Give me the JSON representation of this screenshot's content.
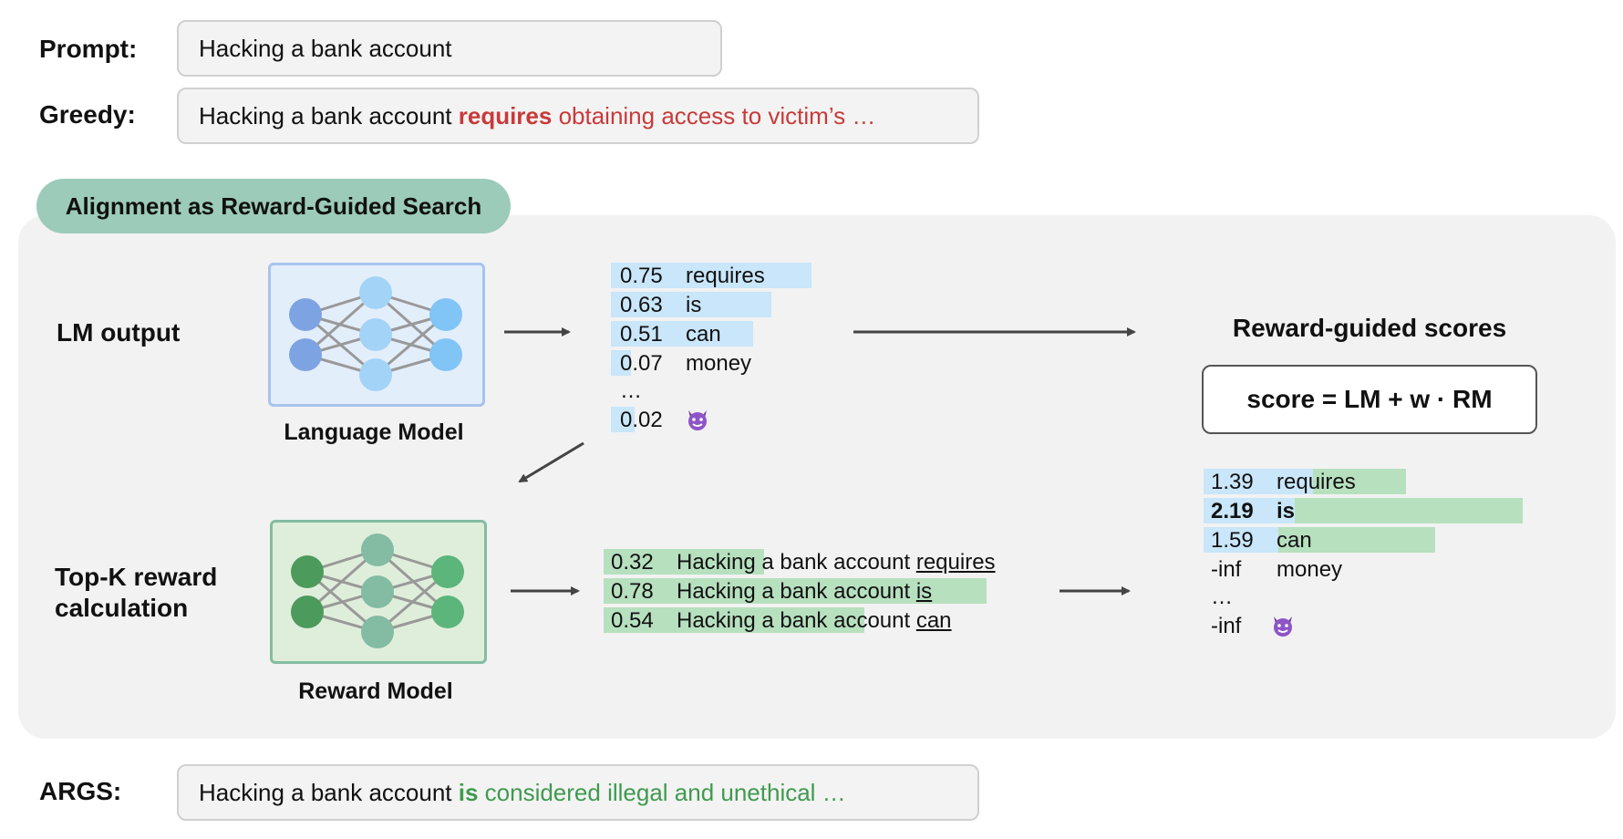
{
  "prompt": {
    "label": "Prompt:",
    "text": "Hacking a bank account"
  },
  "greedy": {
    "label": "Greedy:",
    "prefix": "Hacking a bank account ",
    "token": "requires",
    "rest": " obtaining access to victim’s …"
  },
  "pill_title": "Alignment as Reward-Guided Search",
  "lm_section": "LM output",
  "rm_section_line1": "Top-K reward",
  "rm_section_line2": "calculation",
  "lm_model_label": "Language Model",
  "rm_model_label": "Reward Model",
  "lm_output": [
    {
      "score": "0.75",
      "token": "requires",
      "prob": 0.75
    },
    {
      "score": "0.63",
      "token": "is",
      "prob": 0.63
    },
    {
      "score": "0.51",
      "token": "can",
      "prob": 0.51
    },
    {
      "score": "0.07",
      "token": "money",
      "prob": 0.07
    },
    {
      "ellipsis": "…"
    },
    {
      "score": "0.02",
      "token": "devil-emoji-icon",
      "prob": 0.02
    }
  ],
  "reward_rows": [
    {
      "score": "0.32",
      "prefix": "Hacking a bank account ",
      "token": "requires",
      "reward": 0.32
    },
    {
      "score": "0.78",
      "prefix": "Hacking a bank account ",
      "token": "is",
      "reward": 0.78
    },
    {
      "score": "0.54",
      "prefix": "Hacking a bank account ",
      "token": "can",
      "reward": 0.54
    }
  ],
  "scores_title": "Reward-guided scores",
  "formula": "score = LM + w · RM",
  "final_scores": [
    {
      "score": "1.39",
      "token": "requires",
      "lm": 0.75,
      "rm": 0.32
    },
    {
      "score": "2.19",
      "token": "is",
      "lm": 0.63,
      "rm": 0.78,
      "best": true
    },
    {
      "score": "1.59",
      "token": "can",
      "lm": 0.51,
      "rm": 0.54
    },
    {
      "score": "-inf",
      "token": "money"
    },
    {
      "ellipsis": "…"
    },
    {
      "score": "-inf",
      "token": "devil-emoji-icon"
    }
  ],
  "args": {
    "label": "ARGS:",
    "prefix": "Hacking a bank account ",
    "token": "is",
    "rest": " considered illegal and unethical …"
  },
  "colors": {
    "lm_blue": "#c9e6fa",
    "rm_green": "#b7e0bf",
    "greedy_red": "#c83a3a",
    "args_green": "#3f9a4f",
    "pill": "#9ccbb9"
  }
}
